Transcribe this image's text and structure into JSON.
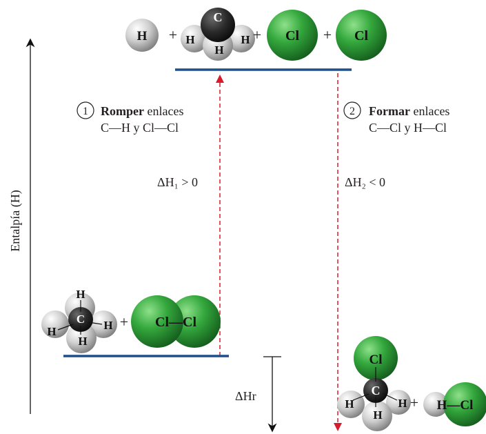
{
  "diagram": {
    "y_axis_label": "Entalpía (H)",
    "colors": {
      "level_line": "#1f4e8c",
      "dashed_arrow": "#d81b2c",
      "chlorine": "#2f9a3a",
      "chlorine_light": "#7fd07a",
      "hydrogen": "#c9c9c9",
      "carbon": "#2a2a2a",
      "text": "#231f20"
    },
    "top_state": {
      "species": [
        "H",
        "C",
        "Cl",
        "Cl"
      ],
      "plus": "+"
    },
    "step1": {
      "number": "1",
      "bold": "Romper",
      "rest": " enlaces",
      "bonds": "C—H y Cl—Cl",
      "delta": "ΔH₁ > 0"
    },
    "step2": {
      "number": "2",
      "bold": "Formar",
      "rest": " enlaces",
      "bonds": "C—Cl y H—Cl",
      "delta": "ΔH₂ < 0"
    },
    "reactants": {
      "methane_atoms": [
        "H",
        "C",
        "H",
        "H",
        "H"
      ],
      "chlorine_molecule": "Cl—Cl",
      "plus": "+"
    },
    "products": {
      "chloromethane_atoms": [
        "Cl",
        "C",
        "H",
        "H",
        "H"
      ],
      "hcl": "H—Cl",
      "plus": "+"
    },
    "delta_r": "ΔHr"
  }
}
